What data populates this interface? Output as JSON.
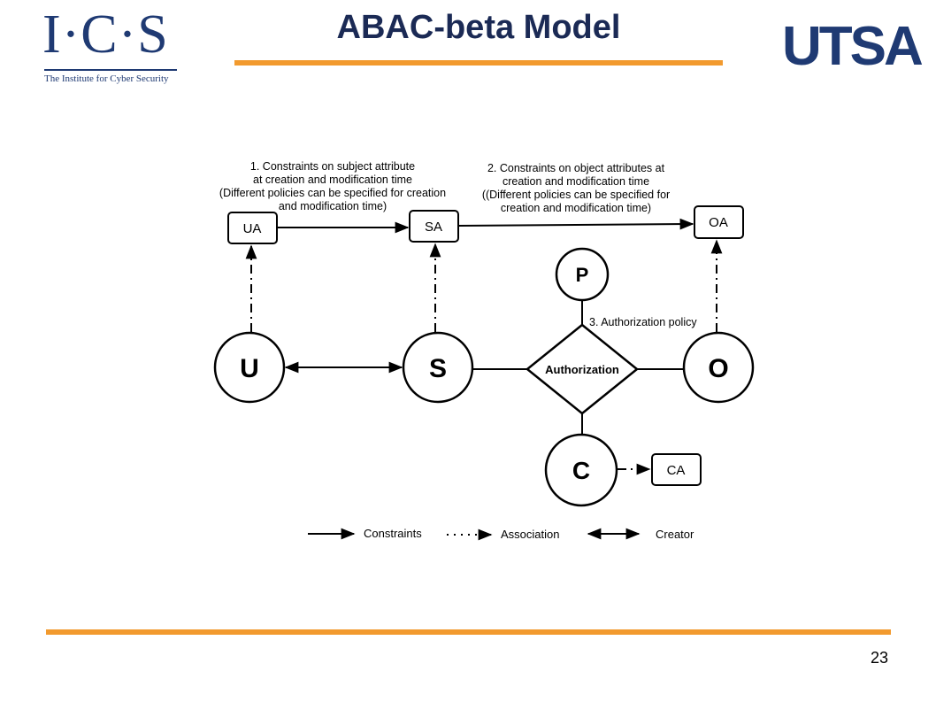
{
  "header": {
    "ics_logo_text": "I·C·S",
    "ics_logo_subtitle": "The Institute for Cyber Security",
    "title": "ABAC-beta Model",
    "utsa_logo_text": "UTSA"
  },
  "diagram": {
    "annotation1": [
      "1. Constraints on subject attribute",
      "at creation and modification time",
      "(Different policies can be specified for creation",
      "and modification time)"
    ],
    "annotation2": [
      "2. Constraints on object attributes at",
      "creation and modification time",
      "((Different policies can be specified for",
      "creation and modification time)"
    ],
    "annotation3": "3. Authorization policy",
    "nodes": {
      "ua": "UA",
      "sa": "SA",
      "oa": "OA",
      "ca": "CA",
      "u": "U",
      "s": "S",
      "o": "O",
      "p": "P",
      "c": "C",
      "authorization": "Authorization"
    },
    "legend": {
      "constraints": "Constraints",
      "association": "Association",
      "creator": "Creator"
    }
  },
  "footer": {
    "page_number": "23"
  }
}
